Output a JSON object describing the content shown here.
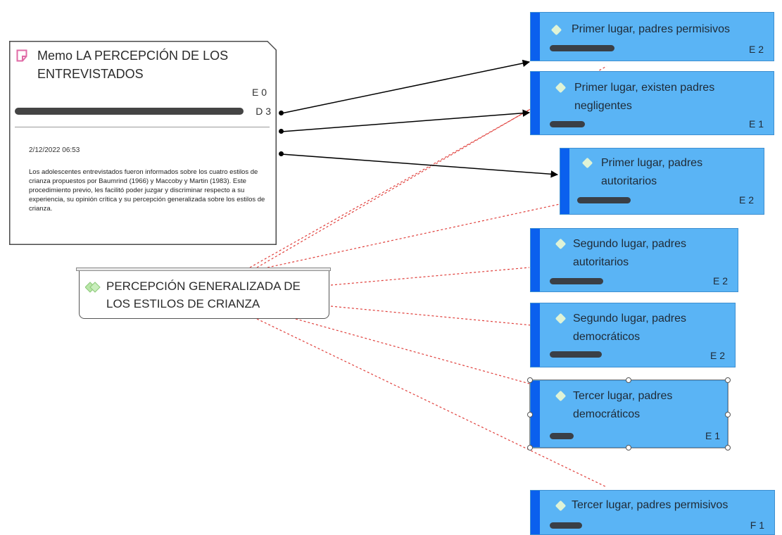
{
  "memo": {
    "title": "Memo LA PERCEPCIÓN DE LOS ENTREVISTADOS",
    "e_count": "E 0",
    "d_count": "D 3",
    "date": "2/12/2022 06:53",
    "body": "Los adolescentes entrevistados fueron informados sobre los cuatro estilos de crianza propuestos por Baumrind (1966) y Maccoby y Martin (1983). Este procedimiento previo, les facilitó poder juzgar y discriminar respecto a su experiencia, su opinión crítica y su percepción generalizada sobre los estilos de crianza."
  },
  "central": {
    "label": "PERCEPCIÓN GENERALIZADA DE LOS ESTILOS DE CRIANZA"
  },
  "codes": [
    {
      "label": "Primer lugar, padres permisivos",
      "count": "E 2"
    },
    {
      "label": "Primer lugar, existen padres negligentes",
      "count": "E 1"
    },
    {
      "label": "Primer lugar, padres autoritarios",
      "count": "E 2"
    },
    {
      "label": "Segundo lugar, padres autoritarios",
      "count": "E 2"
    },
    {
      "label": "Segundo  lugar, padres democráticos",
      "count": "E 2"
    },
    {
      "label": "Tercer lugar, padres democráticos",
      "count": "E 1"
    },
    {
      "label": "Tercer lugar, padres permisivos",
      "count": "F 1"
    }
  ],
  "colors": {
    "code_fill": "#5ab4f5",
    "code_stripe": "#0a60ee",
    "dotted_link": "#e0403c",
    "arrow_link": "#000000",
    "memo_icon": "#e06aa6",
    "code_icon": "#b9e6a8"
  },
  "icons": {
    "memo": "memo-icon",
    "code": "code-diamond-icon",
    "central": "code-group-icon"
  }
}
